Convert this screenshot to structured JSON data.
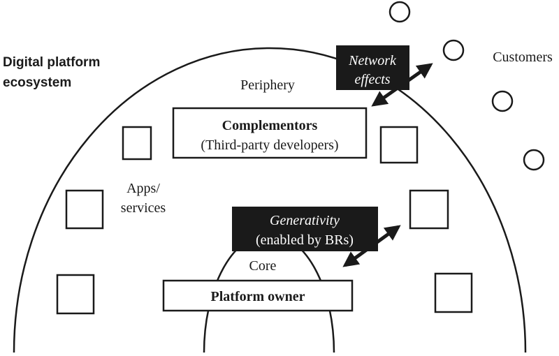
{
  "ecosystem_title": [
    "Digital platform",
    "ecosystem"
  ],
  "periphery_label": "Periphery",
  "customers_label": "Customers",
  "network_effects": [
    "Network",
    "effects"
  ],
  "complementors": {
    "title": "Complementors",
    "subtitle": "(Third-party developers)"
  },
  "apps_label": [
    "Apps/",
    "services"
  ],
  "generativity": [
    "Generativity",
    "(enabled by BRs)"
  ],
  "core_label": "Core",
  "platform_owner": "Platform owner",
  "colors": {
    "ink": "#1a1a1a",
    "label_box_fill": "#1a1a1a",
    "label_box_text": "#ffffff",
    "background": "#ffffff"
  },
  "icons": [
    "double-headed-arrow-icon",
    "customer-circle-icon",
    "app-square-icon"
  ]
}
